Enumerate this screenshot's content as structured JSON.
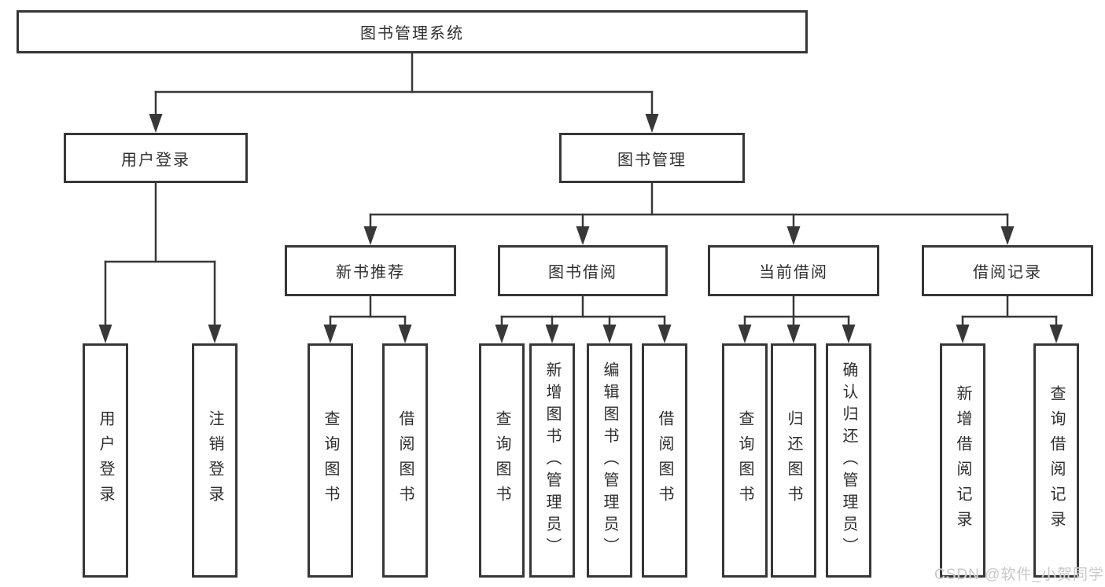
{
  "diagram": {
    "root": {
      "label": "图书管理系统"
    },
    "level2": [
      {
        "label": "用户登录"
      },
      {
        "label": "图书管理"
      }
    ],
    "level3": [
      {
        "label": "新书推荐"
      },
      {
        "label": "图书借阅"
      },
      {
        "label": "当前借阅"
      },
      {
        "label": "借阅记录"
      }
    ],
    "leaves": {
      "user_login": [
        "用户登录",
        "注销登录"
      ],
      "new_book_rec": [
        "查询图书",
        "借阅图书"
      ],
      "book_borrow": [
        "查询图书",
        "新增图书（管理员）",
        "编辑图书（管理员）",
        "借阅图书"
      ],
      "current_borrow": [
        "查询图书",
        "归还图书",
        "确认归还（管理员）"
      ],
      "borrow_records": [
        "新增借阅记录",
        "查询借阅记录"
      ]
    }
  },
  "watermark": {
    "text": "CSDN @软件_小贺同学",
    "color": "#c9c9c9"
  },
  "colors": {
    "line": "#383838",
    "box_border": "#373737",
    "text": "#2e2e2e",
    "background": "#ffffff"
  }
}
